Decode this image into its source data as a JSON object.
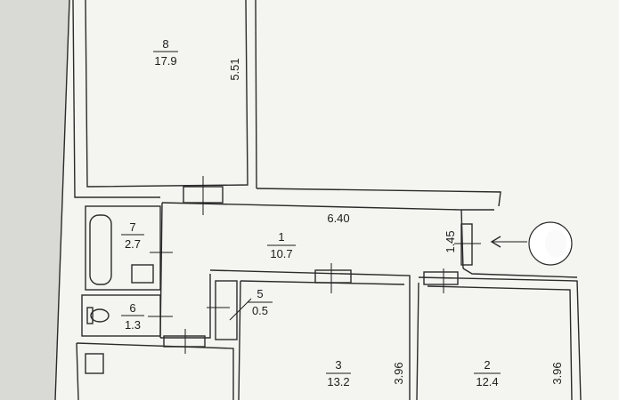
{
  "rooms": [
    {
      "id": "8",
      "area": "17.9"
    },
    {
      "id": "7",
      "area": "2.7"
    },
    {
      "id": "1",
      "area": "10.7"
    },
    {
      "id": "6",
      "area": "1.3"
    },
    {
      "id": "5",
      "area": "0.5"
    },
    {
      "id": "3",
      "area": "13.2"
    },
    {
      "id": "2",
      "area": "12.4"
    }
  ],
  "dimensions": {
    "room8_height": "5.51",
    "corridor_length": "6.40",
    "entry_width": "1.45",
    "room3_height": "3.96",
    "room2_height": "3.96"
  },
  "colors": {
    "paper": "#f4f4f0",
    "ink": "#2b2b2b",
    "background": "#d9d9d6"
  }
}
